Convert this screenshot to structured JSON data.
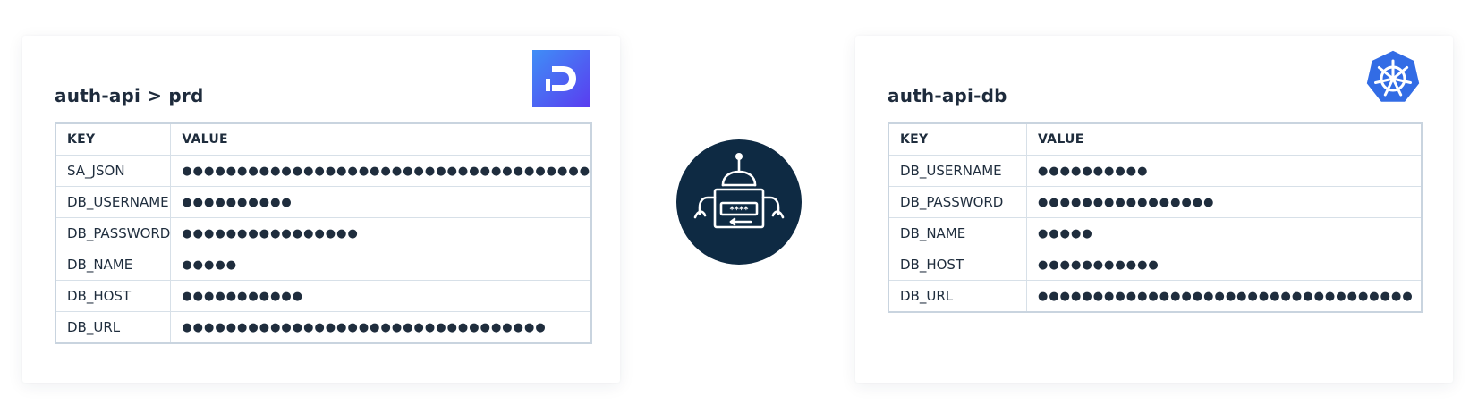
{
  "left_card": {
    "title": "auth-api > prd",
    "logo_icon": "doppler-logo-icon",
    "headers": {
      "key": "KEY",
      "value": "VALUE"
    },
    "rows": [
      {
        "key": "SA_JSON",
        "value": "●●●●●●●●●●●●●●●●●●●●●●●●●●●●●●●●●●●●●"
      },
      {
        "key": "DB_USERNAME",
        "value": " ●●●●●●●●●●"
      },
      {
        "key": "DB_PASSWORD",
        "value": "●●●●●●●●●●●●●●●●"
      },
      {
        "key": "DB_NAME",
        "value": "●●●●●"
      },
      {
        "key": "DB_HOST",
        "value": "●●●●●●●●●●●"
      },
      {
        "key": "DB_URL",
        "value": "●●●●●●●●●●●●●●●●●●●●●●●●●●●●●●●●●"
      }
    ]
  },
  "center": {
    "icon": "secrets-sync-robot-icon",
    "badge_text": "****",
    "bg_color": "#0e2a43"
  },
  "right_card": {
    "title": "auth-api-db",
    "logo_icon": "kubernetes-logo-icon",
    "headers": {
      "key": "KEY",
      "value": "VALUE"
    },
    "rows": [
      {
        "key": "DB_USERNAME",
        "value": " ●●●●●●●●●●"
      },
      {
        "key": "DB_PASSWORD",
        "value": "●●●●●●●●●●●●●●●●"
      },
      {
        "key": "DB_NAME",
        "value": "●●●●●"
      },
      {
        "key": "DB_HOST",
        "value": "●●●●●●●●●●●"
      },
      {
        "key": "DB_URL",
        "value": "●●●●●●●●●●●●●●●●●●●●●●●●●●●●●●●●●●"
      }
    ]
  },
  "colors": {
    "doppler_gradient_start": "#3e8bf5",
    "doppler_gradient_end": "#5b3ff0",
    "kubernetes_blue": "#326ce5",
    "table_border": "#c9d4df",
    "text": "#1f2d3d"
  }
}
